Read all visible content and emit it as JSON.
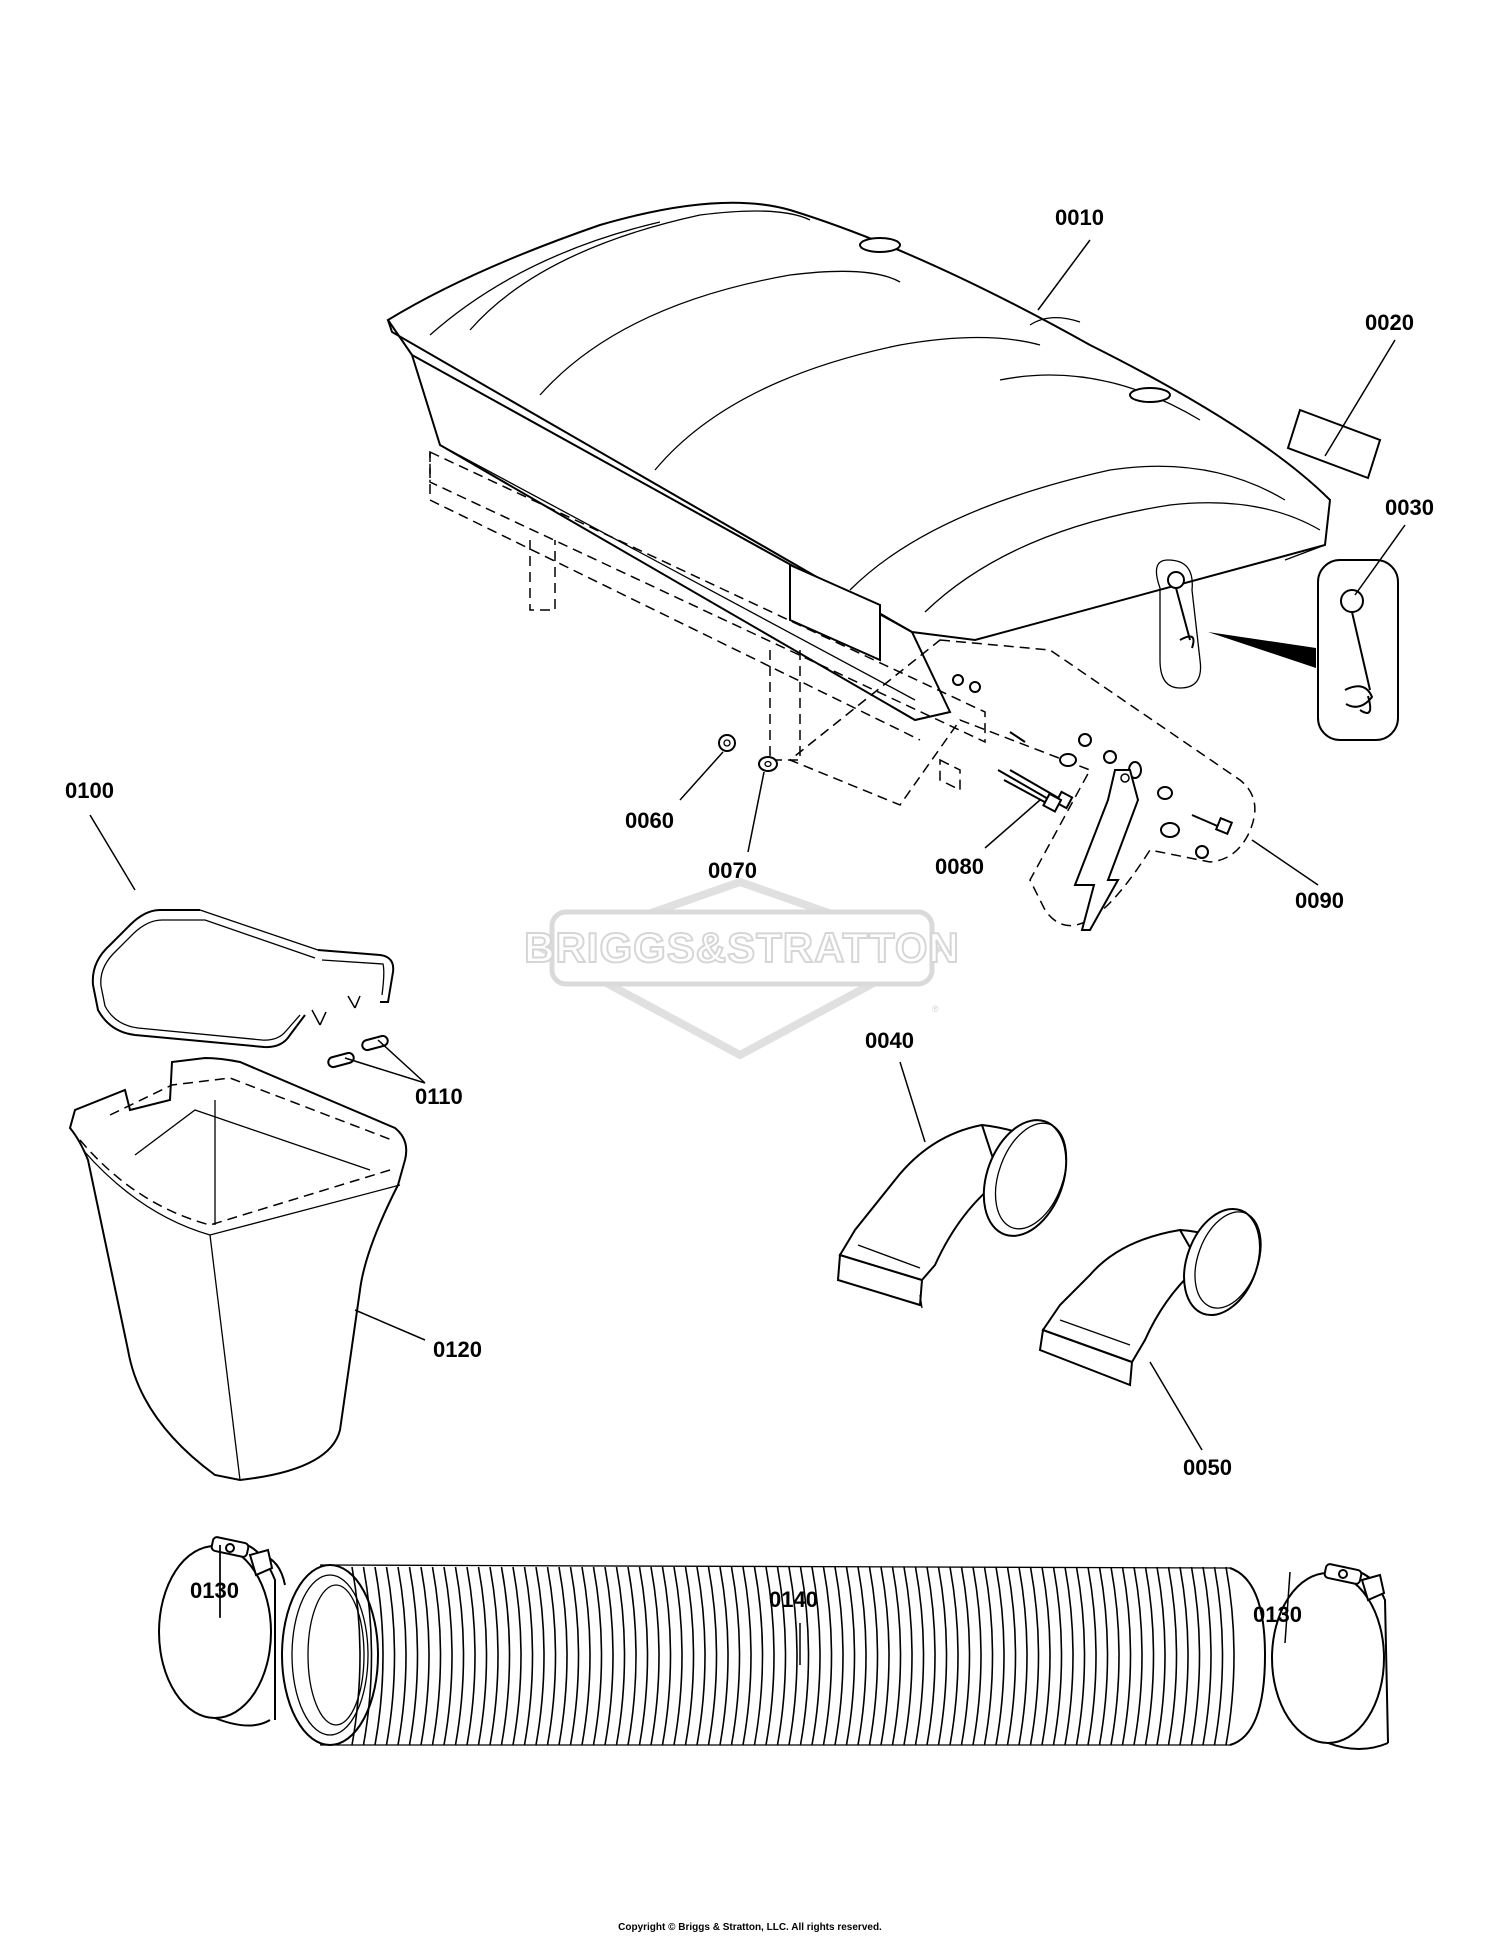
{
  "title": "",
  "watermark": {
    "brand": "BRIGGS&STRATTON",
    "reg_mark": "®"
  },
  "copyright": "Copyright © Briggs & Stratton, LLC. All rights reserved.",
  "callouts": [
    {
      "id": "0010",
      "label": "0010"
    },
    {
      "id": "0020",
      "label": "0020"
    },
    {
      "id": "0030",
      "label": "0030"
    },
    {
      "id": "0040",
      "label": "0040"
    },
    {
      "id": "0050",
      "label": "0050"
    },
    {
      "id": "0060",
      "label": "0060"
    },
    {
      "id": "0070",
      "label": "0070"
    },
    {
      "id": "0080",
      "label": "0080"
    },
    {
      "id": "0090",
      "label": "0090"
    },
    {
      "id": "0100",
      "label": "0100"
    },
    {
      "id": "0110",
      "label": "0110"
    },
    {
      "id": "0120",
      "label": "0120"
    },
    {
      "id": "0130a",
      "label": "0130"
    },
    {
      "id": "0130b",
      "label": "0130"
    },
    {
      "id": "0140",
      "label": "0140"
    }
  ]
}
